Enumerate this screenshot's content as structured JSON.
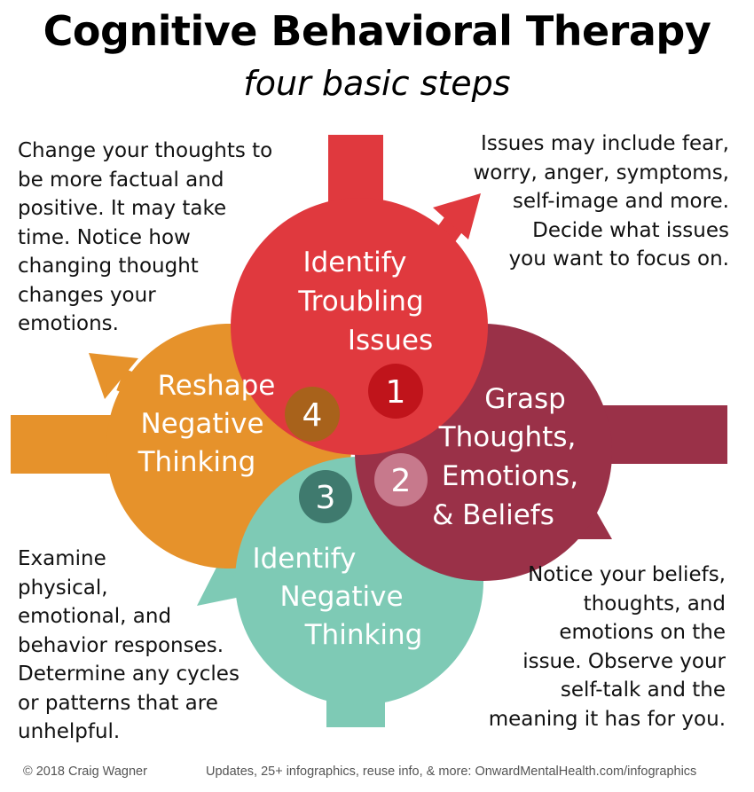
{
  "title": "Cognitive Behavioral Therapy",
  "subtitle": "four basic steps",
  "notes": {
    "top_left": [
      "Change your thoughts to",
      "be more factual and",
      "positive. It may take",
      "time. Notice how",
      "changing thought",
      "changes your",
      "emotions."
    ],
    "top_right": [
      "Issues may include fear,",
      "worry, anger, symptoms,",
      "self-image and more.",
      "Decide what issues",
      "you want to focus on."
    ],
    "bottom_left": [
      "Examine",
      "physical,",
      "emotional, and",
      "behavior responses.",
      "Determine any cycles",
      "or patterns that are",
      "unhelpful."
    ],
    "bottom_right": [
      "Notice your beliefs,",
      "thoughts, and",
      "emotions on the",
      "issue. Observe your",
      "self-talk and the",
      "meaning it has for you."
    ]
  },
  "steps": [
    {
      "number": "1",
      "label": [
        "Identify",
        "Troubling",
        "Issues"
      ],
      "color": "#e0393e",
      "badge_color": "#c0141b"
    },
    {
      "number": "2",
      "label": [
        "Grasp",
        "Thoughts,",
        "Emotions,",
        "& Beliefs"
      ],
      "color": "#9a3148",
      "badge_color": "#c7798c"
    },
    {
      "number": "3",
      "label": [
        "Identify",
        "Negative",
        "Thinking"
      ],
      "color": "#7ecab5",
      "badge_color": "#3f7a6e"
    },
    {
      "number": "4",
      "label": [
        "Reshape",
        "Negative",
        "Thinking"
      ],
      "color": "#e6922b",
      "badge_color": "#a8621b"
    }
  ],
  "footer": {
    "copyright": "© 2018 Craig Wagner",
    "updates": "Updates, 25+ infographics, reuse info, & more: OnwardMentalHealth.com/infographics"
  }
}
